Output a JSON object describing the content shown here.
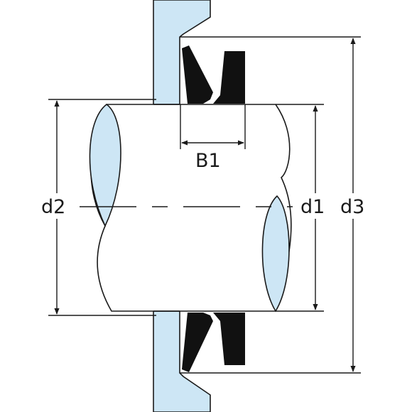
{
  "labels": {
    "b1": "B1",
    "d1": "d1",
    "d2": "d2",
    "d3": "d3"
  },
  "colors": {
    "fill": "#cde6f5",
    "stroke": "#1a1a1a",
    "seal": "#111111"
  }
}
